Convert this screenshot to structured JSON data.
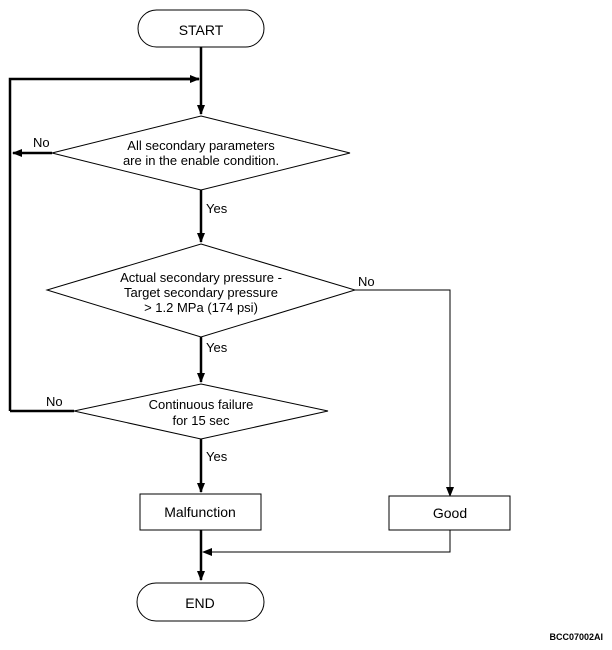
{
  "start": "START",
  "decision1": [
    "All secondary parameters",
    "are in the enable condition."
  ],
  "decision2": [
    "Actual secondary pressure -",
    "Target secondary pressure",
    "> 1.2 MPa (174 psi)"
  ],
  "decision3": [
    "Continuous failure",
    "for 15 sec"
  ],
  "malfunction": "Malfunction",
  "good": "Good",
  "end": "END",
  "yes": "Yes",
  "no": "No",
  "figure_code": "BCC07002AI"
}
